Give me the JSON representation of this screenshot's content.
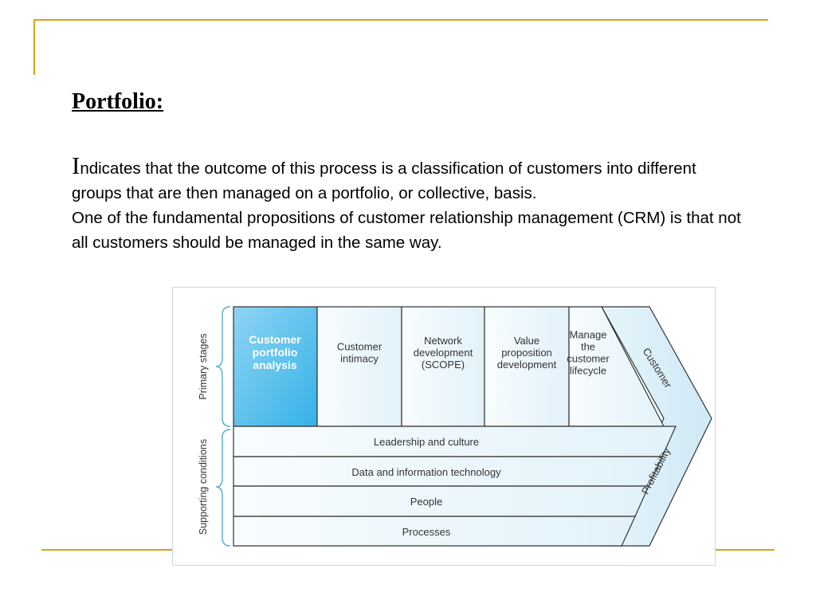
{
  "slide": {
    "title": "Portfolio:",
    "paragraph1_initial": "I",
    "paragraph1_rest": "ndicates that the outcome of this process is a classification of customers into different groups that are then managed on a portfolio, or collective, basis.",
    "paragraph2": "One of the fundamental propositions of customer relationship management (CRM) is that not all customers should be managed in the same way."
  },
  "diagram": {
    "side_labels": {
      "primary": "Primary stages",
      "supporting": "Supporting conditions"
    },
    "primary_stages": [
      [
        "Customer",
        "portfolio",
        "analysis"
      ],
      [
        "Customer",
        "intimacy"
      ],
      [
        "Network",
        "development",
        "(SCOPE)"
      ],
      [
        "Value",
        "proposition",
        "development"
      ],
      [
        "Manage",
        "the",
        "customer",
        "lifecycle"
      ]
    ],
    "highlighted_stage_index": 0,
    "supporting_conditions": [
      "Leadership and culture",
      "Data and information technology",
      "People",
      "Processes"
    ],
    "arrow_labels": {
      "top": "Customer",
      "bottom": "Profitability"
    },
    "colors": {
      "highlight": "#41b6e6",
      "box_fill": "#eaf5fb",
      "border": "#333333",
      "bracket": "#5aaed6",
      "accent_line": "#d9a21b"
    }
  }
}
